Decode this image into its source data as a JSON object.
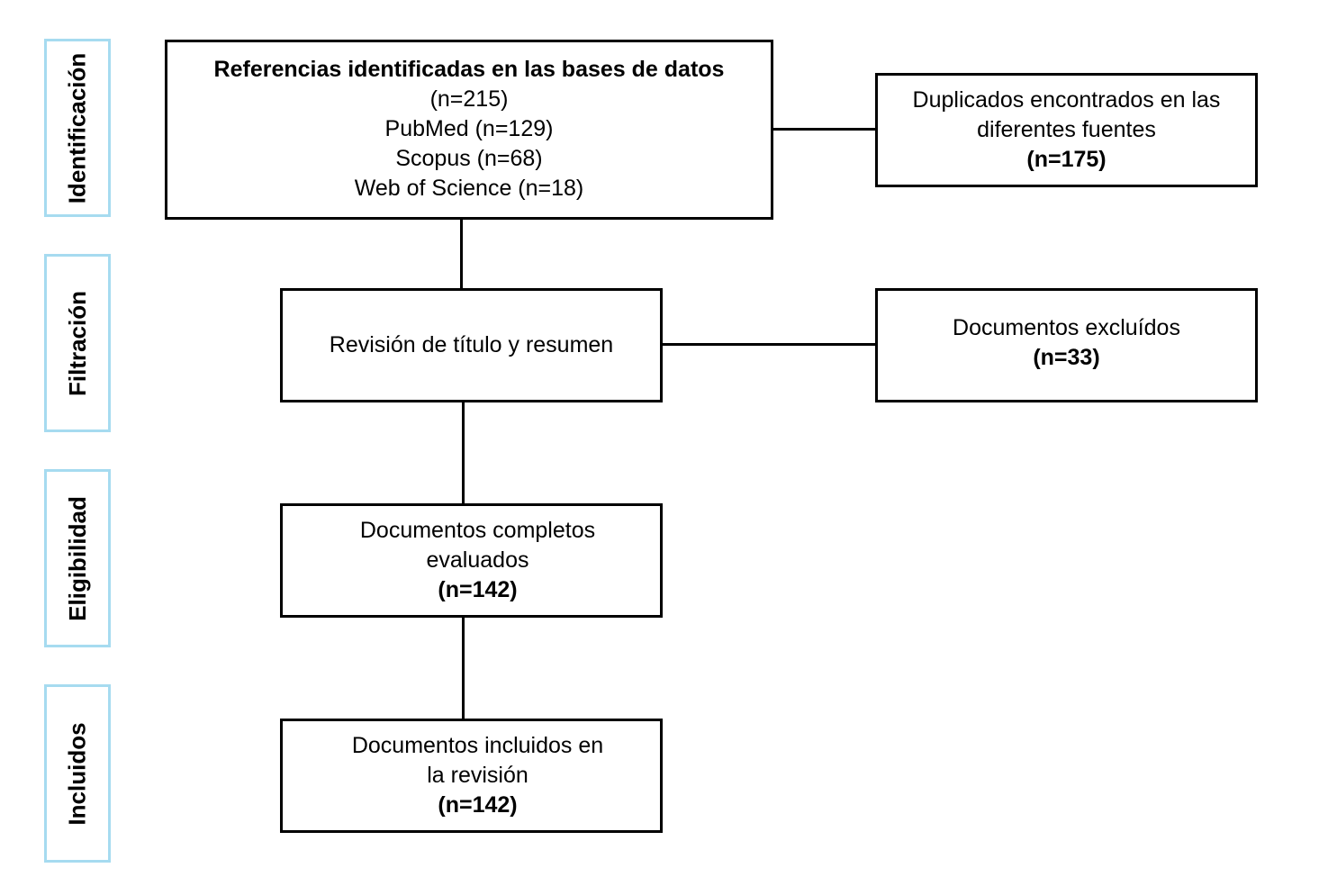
{
  "phases": [
    "Identificación",
    "Filtración",
    "Eligibilidad",
    "Incluidos"
  ],
  "boxes": {
    "identified": {
      "title": "Referencias identificadas en las bases de datos",
      "total": "(n=215)",
      "sources": [
        "PubMed (n=129)",
        "Scopus (n=68)",
        "Web of Science (n=18)"
      ]
    },
    "duplicates": {
      "lines": [
        "Duplicados encontrados en las",
        "diferentes fuentes"
      ],
      "count": "(n=175)"
    },
    "screening": {
      "label": "Revisión de título y resumen"
    },
    "excluded": {
      "label": "Documentos excluídos",
      "count": "(n=33)"
    },
    "eligibility": {
      "lines": [
        "Documentos completos",
        "evaluados"
      ],
      "count": "(n=142)"
    },
    "included": {
      "lines": [
        "Documentos incluidos en",
        "la revisión"
      ],
      "count": "(n=142)"
    }
  },
  "colors": {
    "phase_border": "#a6dbf0",
    "box_border": "#000000",
    "connector": "#000000"
  }
}
